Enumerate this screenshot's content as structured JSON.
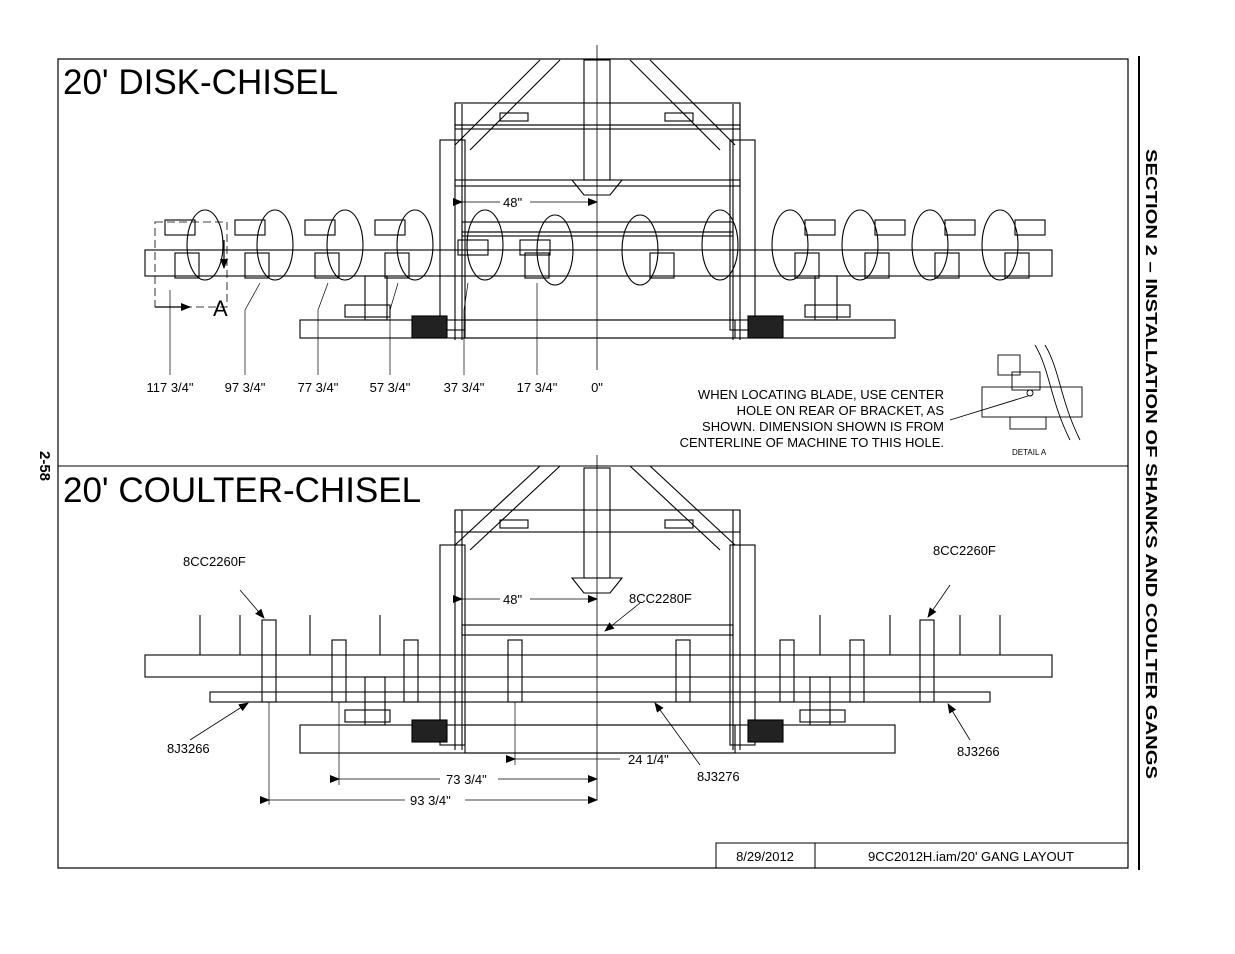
{
  "page": {
    "number": "2-58",
    "section_title": "SECTION 2 – INSTALLATION OF SHANKS AND COULTER GANGS"
  },
  "top_view": {
    "title": "20' DISK-CHISEL",
    "center_dim": "48\"",
    "detail_callout": "A",
    "blade_positions": [
      "117 3/4\"",
      "97 3/4\"",
      "77 3/4\"",
      "57 3/4\"",
      "37 3/4\"",
      "17 3/4\"",
      "0\""
    ],
    "note_lines": [
      "WHEN LOCATING BLADE, USE CENTER",
      "HOLE ON REAR OF BRACKET, AS",
      "SHOWN.  DIMENSION SHOWN IS FROM",
      "CENTERLINE OF MACHINE TO THIS HOLE."
    ],
    "detail_label": "DETAIL  A"
  },
  "bottom_view": {
    "title": "20' COULTER-CHISEL",
    "center_dim": "48\"",
    "parts": {
      "left_mount": "8CC2260F",
      "right_mount": "8CC2260F",
      "center_mount": "8CC2280F",
      "left_bracket": "8J3266",
      "right_bracket": "8J3266",
      "center_bracket": "8J3276"
    },
    "dims": [
      "24 1/4\"",
      "73 3/4\"",
      "93 3/4\""
    ]
  },
  "title_block": {
    "date": "8/29/2012",
    "file": "9CC2012H.iam/20' GANG LAYOUT"
  }
}
